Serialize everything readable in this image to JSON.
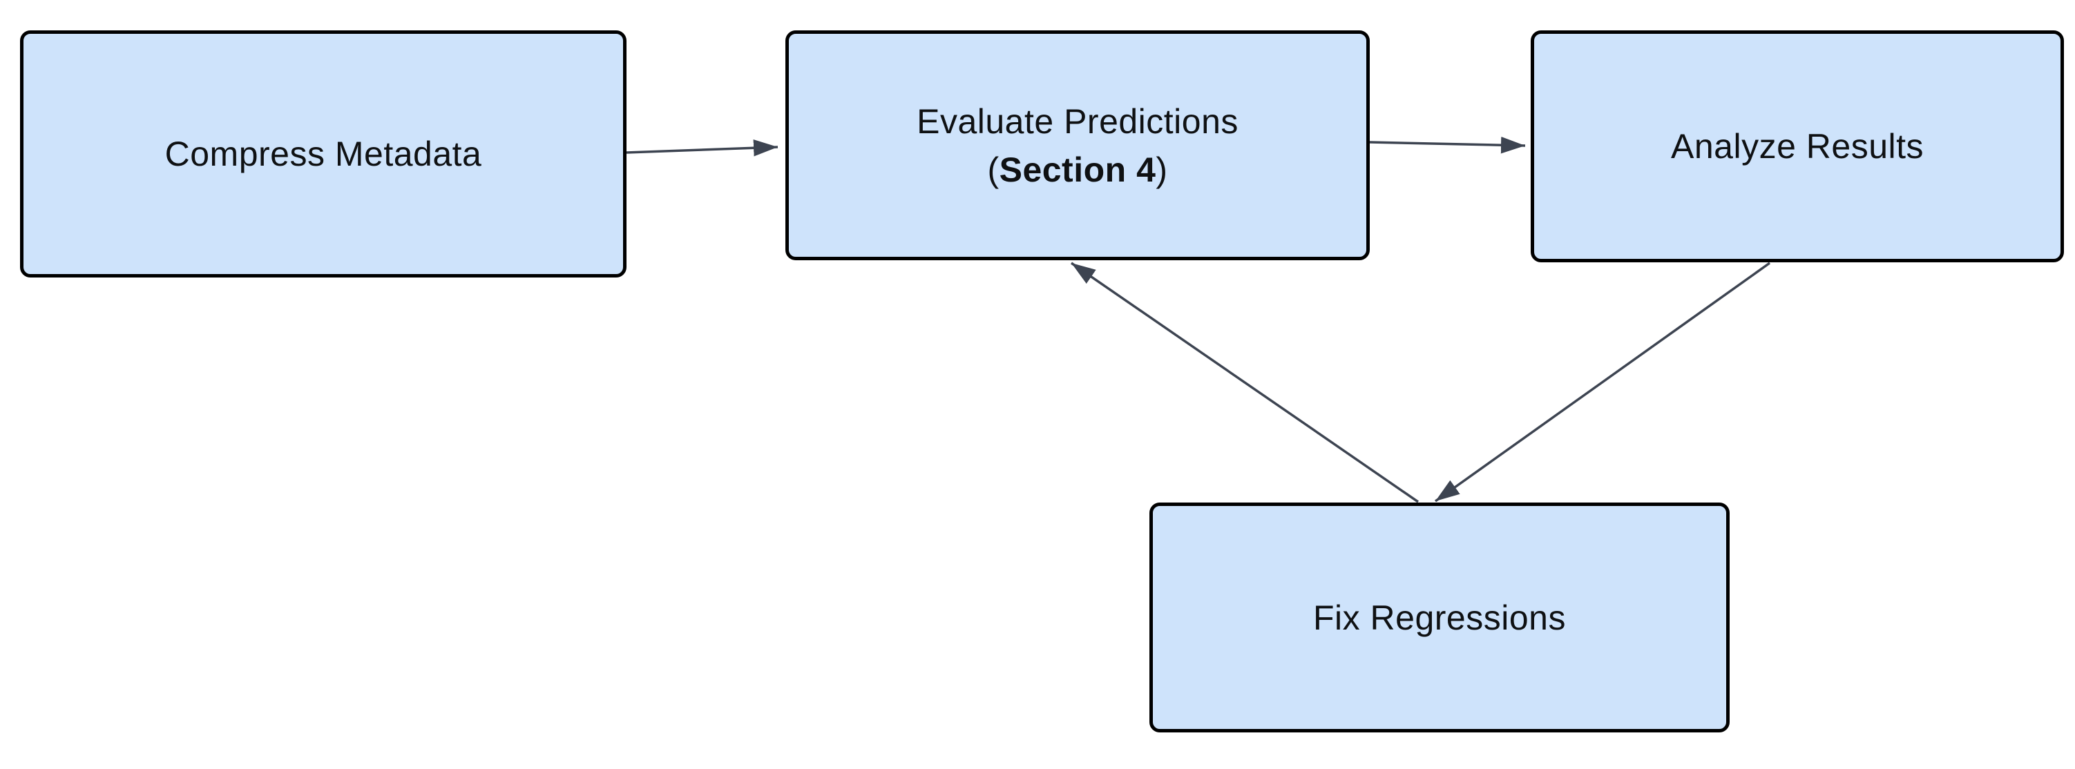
{
  "diagram": {
    "type": "flowchart",
    "background": "#FFFFFF"
  },
  "colors": {
    "node-fill": "#CEE3FB",
    "node-border": "#000000",
    "edge": "#3D4451",
    "text": "#0F1113",
    "canvas-bg": "#FFFFFF"
  },
  "nodes": {
    "compress_metadata": {
      "label": "Compress Metadata"
    },
    "evaluate_predictions": {
      "line1": "Evaluate Predictions",
      "line2_open": "(",
      "line2_bold": "Section 4",
      "line2_close": ")"
    },
    "analyze_results": {
      "label": "Analyze Results"
    },
    "fix_regressions": {
      "label": "Fix Regressions"
    }
  },
  "edges": [
    {
      "from": "compress_metadata",
      "to": "evaluate_predictions",
      "style": "arrow"
    },
    {
      "from": "evaluate_predictions",
      "to": "analyze_results",
      "style": "arrow"
    },
    {
      "from": "analyze_results",
      "to": "fix_regressions",
      "style": "arrow"
    },
    {
      "from": "fix_regressions",
      "to": "evaluate_predictions",
      "style": "arrow"
    }
  ]
}
